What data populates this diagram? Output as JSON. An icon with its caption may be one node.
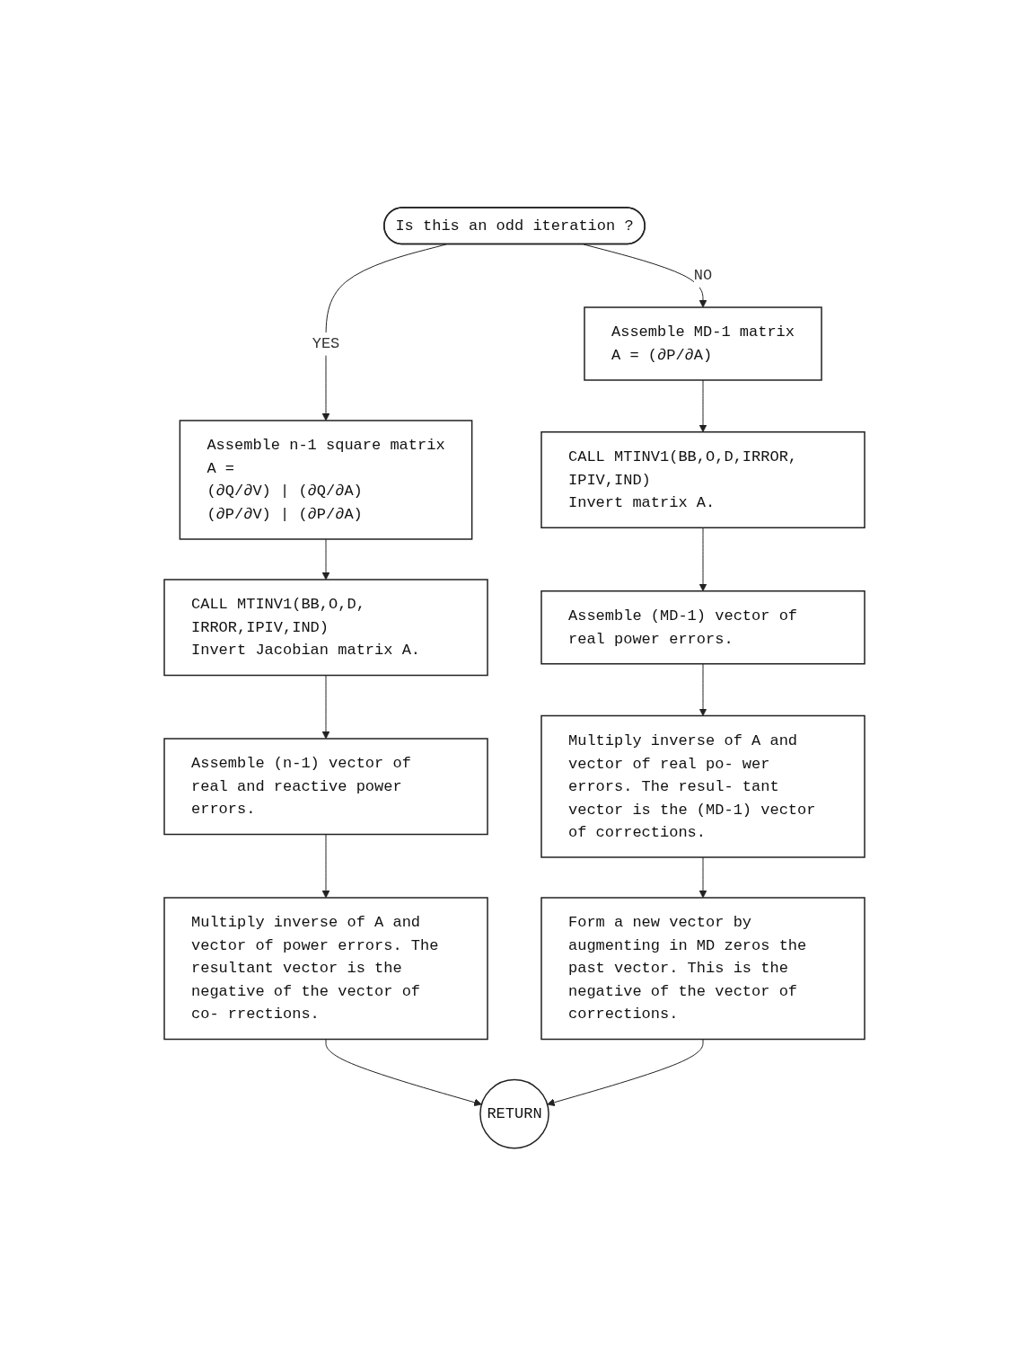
{
  "diagram": {
    "nodes": [
      {
        "text": [
          "Is this an odd iteration ?"
        ]
      },
      {
        "text": [
          "Assemble n-1 square matrix",
          "A =",
          "(∂Q/∂V) | (∂Q/∂A)",
          "(∂P/∂V) | (∂P/∂A)"
        ]
      },
      {
        "text": [
          "CALL MTINV1(BB,O,D, IRROR,IPIV,IND)",
          "Invert Jacobian matrix A."
        ]
      },
      {
        "text": [
          "Assemble (n-1) vector of real and reactive power errors."
        ]
      },
      {
        "text": [
          "Multiply inverse of A and vector of power errors. The resultant vector is the negative of the vector of co- rrections."
        ]
      },
      {
        "text": [
          "Assemble MD-1 matrix",
          "A = (∂P/∂A)"
        ]
      },
      {
        "text": [
          "CALL MTINV1(BB,O,D,IRROR, IPIV,IND)",
          "Invert matrix A."
        ]
      },
      {
        "text": [
          "Assemble (MD-1) vector of real power errors."
        ]
      },
      {
        "text": [
          "Multiply inverse of A and vector of real po- wer errors. The resul- tant vector is the (MD-1) vector of corrections."
        ]
      },
      {
        "text": [
          "Form a new vector by augmenting in MD zeros the past vector. This is the negative of the vector of corrections."
        ]
      },
      {
        "text": [
          "RETURN"
        ]
      }
    ],
    "edges": [
      {
        "from": 0,
        "to": 1,
        "arrow": "to",
        "label": "YES"
      },
      {
        "from": 0,
        "to": 5,
        "arrow": "to",
        "label": "NO"
      },
      {
        "from": 1,
        "to": 2,
        "arrow": "to"
      },
      {
        "from": 2,
        "to": 3,
        "arrow": "to"
      },
      {
        "from": 3,
        "to": 4,
        "arrow": "to"
      },
      {
        "from": 4,
        "to": 10,
        "arrow": "to"
      },
      {
        "from": 5,
        "to": 6,
        "arrow": "to"
      },
      {
        "from": 6,
        "to": 7,
        "arrow": "to"
      },
      {
        "from": 7,
        "to": 8,
        "arrow": "to"
      },
      {
        "from": 8,
        "to": 9,
        "arrow": "to"
      },
      {
        "from": 9,
        "to": 10,
        "arrow": "to"
      }
    ]
  }
}
